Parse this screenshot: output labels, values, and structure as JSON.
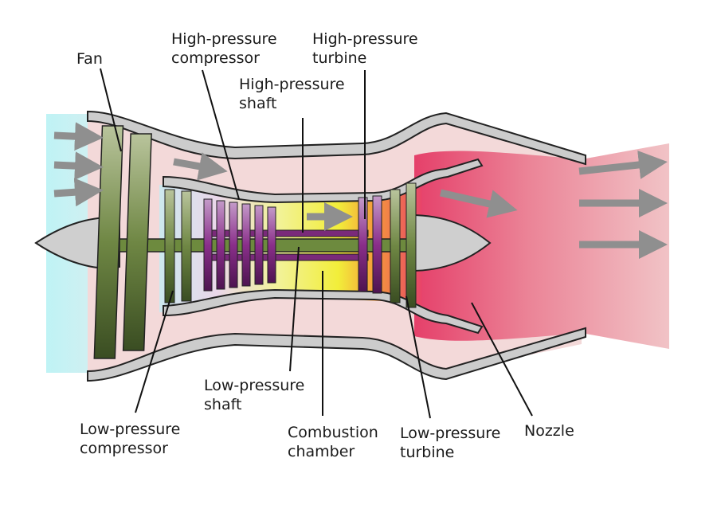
{
  "labels": {
    "fan": [
      "Fan"
    ],
    "hp_compressor": [
      "High-pressure",
      "compressor"
    ],
    "hp_turbine": [
      "High-pressure",
      "turbine"
    ],
    "hp_shaft": [
      "High-pressure",
      "shaft"
    ],
    "lp_shaft": [
      "Low-pressure",
      "shaft"
    ],
    "lp_compressor": [
      "Low-pressure",
      "compressor"
    ],
    "combustion_chamber": [
      "Combustion",
      "chamber"
    ],
    "lp_turbine": [
      "Low-pressure",
      "turbine"
    ],
    "nozzle": [
      "Nozzle"
    ]
  },
  "colors": {
    "intake_air": "#bdf0f2",
    "bypass_air": "#f3d9d9",
    "casing": "#cccccc",
    "fan_blades": "#7a8f4a",
    "lp_shaft": "#6d8a3e",
    "hp_stages": "#8a2f8a",
    "combustion": "#e6f05a",
    "exhaust": "#e5436a",
    "arrows": "#8f8f8f"
  }
}
